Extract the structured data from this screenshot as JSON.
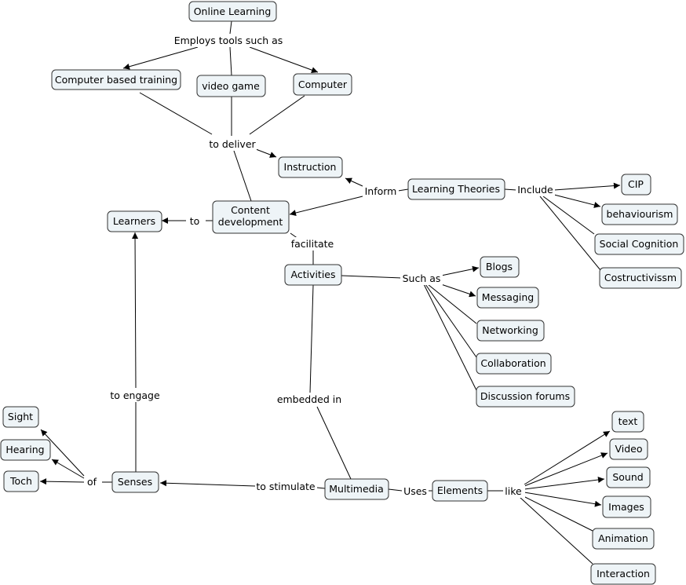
{
  "concepts": {
    "online_learning": "Online Learning",
    "computer_based_training": "Computer based training",
    "video_game": "video game",
    "computer": "Computer",
    "instruction": "Instruction",
    "learning_theories": "Learning Theories",
    "cip": "CIP",
    "behaviourism": "behaviourism",
    "social_cognition": "Social Cognition",
    "costructivissm": "Costructivissm",
    "learners": "Learners",
    "content_development_1": "Content",
    "content_development_2": "development",
    "activities": "Activities",
    "blogs": "Blogs",
    "messaging": "Messaging",
    "networking": "Networking",
    "collaboration": "Collaboration",
    "discussion_forums": "Discussion forums",
    "sight": "Sight",
    "hearing": "Hearing",
    "toch": "Toch",
    "senses": "Senses",
    "multimedia": "Multimedia",
    "elements": "Elements",
    "text": "text",
    "video": "Video",
    "sound": "Sound",
    "images": "Images",
    "animation": "Animation",
    "interaction": "Interaction"
  },
  "links": {
    "employs_tools": "Employs tools such as",
    "to_deliver": "to deliver",
    "inform": "Inform",
    "include": "Include",
    "to": "to",
    "facilitate": "facilitate",
    "such_as": "Such as",
    "embedded_in": "embedded in",
    "to_engage": "to engage",
    "of": "of",
    "to_stimulate": "to stimulate",
    "uses": "Uses",
    "like": "like"
  }
}
